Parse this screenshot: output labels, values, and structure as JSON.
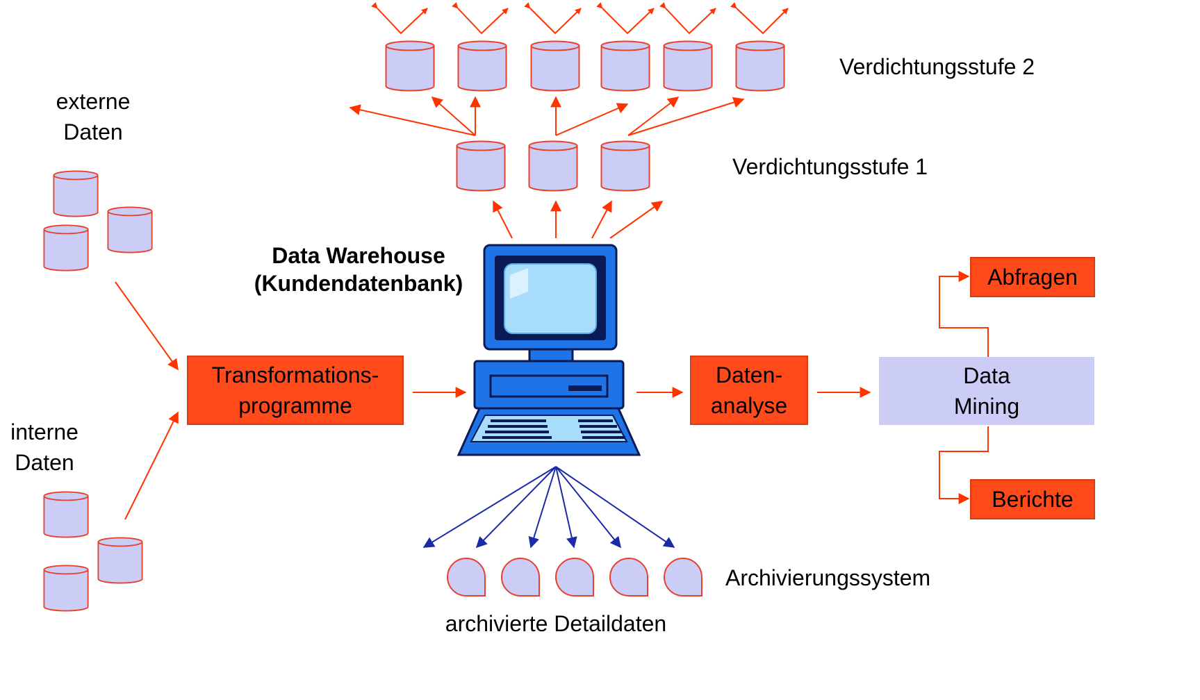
{
  "labels": {
    "external_line1": "externe",
    "external_line2": "Daten",
    "internal_line1": "interne",
    "internal_line2": "Daten",
    "stage2": "Verdichtungsstufe 2",
    "stage1": "Verdichtungsstufe 1",
    "dw_line1": "Data Warehouse",
    "dw_line2": "(Kundendatenbank)",
    "archive_system": "Archivierungssystem",
    "archived_details": "archivierte Detaildaten"
  },
  "boxes": {
    "transform_line1": "Transformations-",
    "transform_line2": "programme",
    "analysis_line1": "Daten-",
    "analysis_line2": "analyse",
    "mining_line1": "Data",
    "mining_line2": "Mining",
    "queries": "Abfragen",
    "reports": "Berichte"
  },
  "colors": {
    "accent_red": "#ff4a1c",
    "arrow_red": "#ff3300",
    "arrow_blue": "#1a2aa8",
    "cylinder_fill": "#cccdf7",
    "cylinder_stroke": "#e8402a",
    "mining_fill": "#cccdf7",
    "computer_blue": "#1e73e6"
  }
}
